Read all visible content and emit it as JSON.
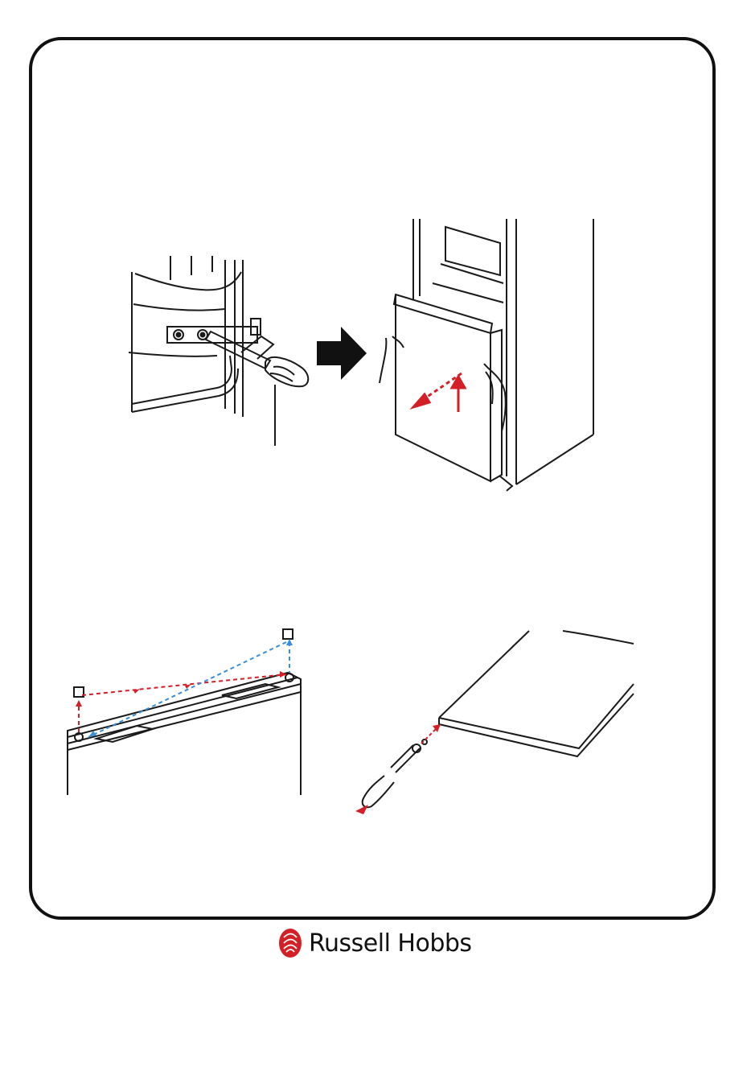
{
  "page": {
    "brand": {
      "name": "Russell Hobbs",
      "logo_icon": "russell-hobbs-knot-emblem",
      "logo_color": "#d31f26"
    },
    "figures": [
      {
        "id": "hinge-screw-removal",
        "icon": "screwdriver-hinge-bracket"
      },
      {
        "id": "step-arrow",
        "icon": "right-arrow"
      },
      {
        "id": "lower-door-lift-off",
        "icon": "fridge-door-removal"
      },
      {
        "id": "hinge-cap-swap",
        "icon": "door-top-hinge-caps"
      },
      {
        "id": "door-handle-screw",
        "icon": "door-screw-removal"
      }
    ],
    "colors": {
      "accent_red": "#d31f26",
      "accent_blue": "#3a8fd8",
      "line": "#1a1a1a"
    }
  }
}
